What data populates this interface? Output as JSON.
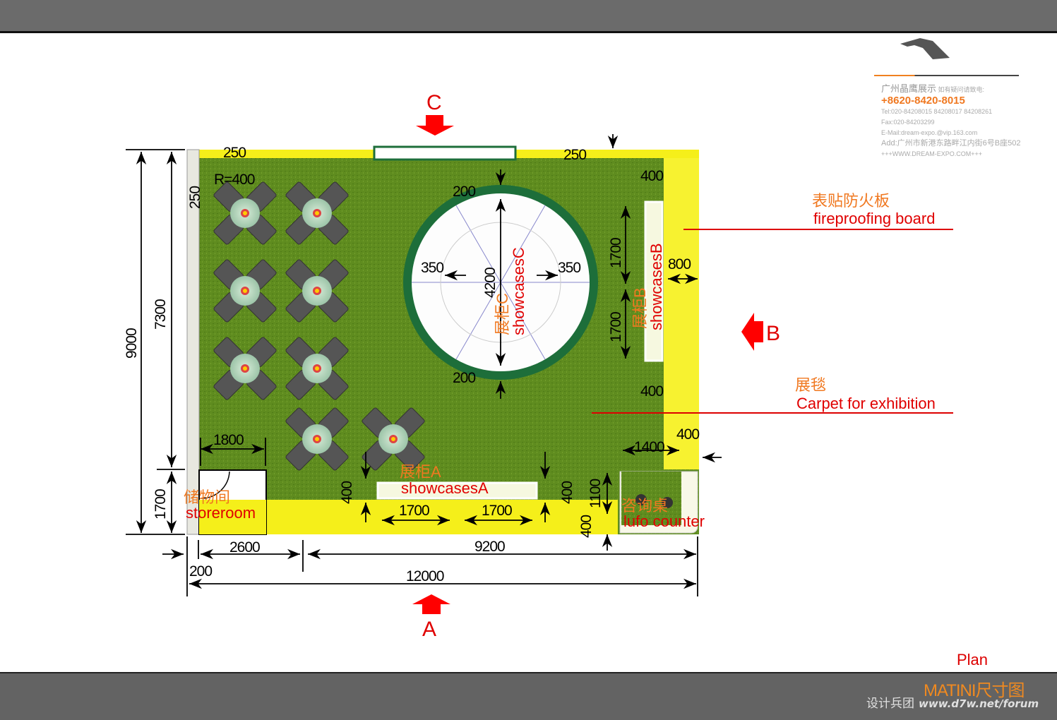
{
  "company": {
    "name_cn": "广州晶鹰展示",
    "hotline_label": "如有疑问请致电:",
    "phone": "+8620-8420-8015",
    "tel": "Tel:020-84208015 84208017 84208261",
    "fax": "Fax:020-84203299",
    "email": "E-Mail:dream-expo.@vip.163.com",
    "address": "Add:广州市新港东路畔江内街6号B座502",
    "website": "+++WWW.DREAM-EXPO.COM+++"
  },
  "views": {
    "c": "C",
    "b": "B",
    "a": "A"
  },
  "labels": {
    "fireproof_cn": "表贴防火板",
    "fireproof_en": "fireproofing board",
    "carpet_cn": "展毯",
    "carpet_en": "Carpet for exhibition",
    "showcase_a_cn": "展柜A",
    "showcase_a_en": "showcasesA",
    "showcase_b_cn": "展柜B",
    "showcase_b_en": "showcasesB",
    "showcase_c_cn": "展柜C",
    "showcase_c_en": "showcasesC",
    "storeroom_cn": "储物间",
    "storeroom_en": "storeroom",
    "counter_cn": "咨询桌",
    "counter_en": "lufo counter"
  },
  "dims": [
    "250",
    "R=400",
    "250",
    "250",
    "200",
    "400",
    "350",
    "350",
    "4200",
    "1700",
    "1700",
    "800",
    "400",
    "200",
    "9000",
    "7300",
    "1700",
    "1800",
    "400",
    "1400",
    "400",
    "400",
    "1100",
    "1700",
    "1700",
    "400",
    "2600",
    "9200",
    "200",
    "12000"
  ],
  "footer": {
    "plan": "Plan",
    "title": "MATINI尺寸图",
    "site_cn": "设计兵团",
    "site_url": "www.d7w.net/forum"
  },
  "colors": {
    "carpet": "#5e8a1e",
    "wall": "#f2ec10",
    "ring": "#1d6e3a",
    "accent": "#e00000"
  }
}
